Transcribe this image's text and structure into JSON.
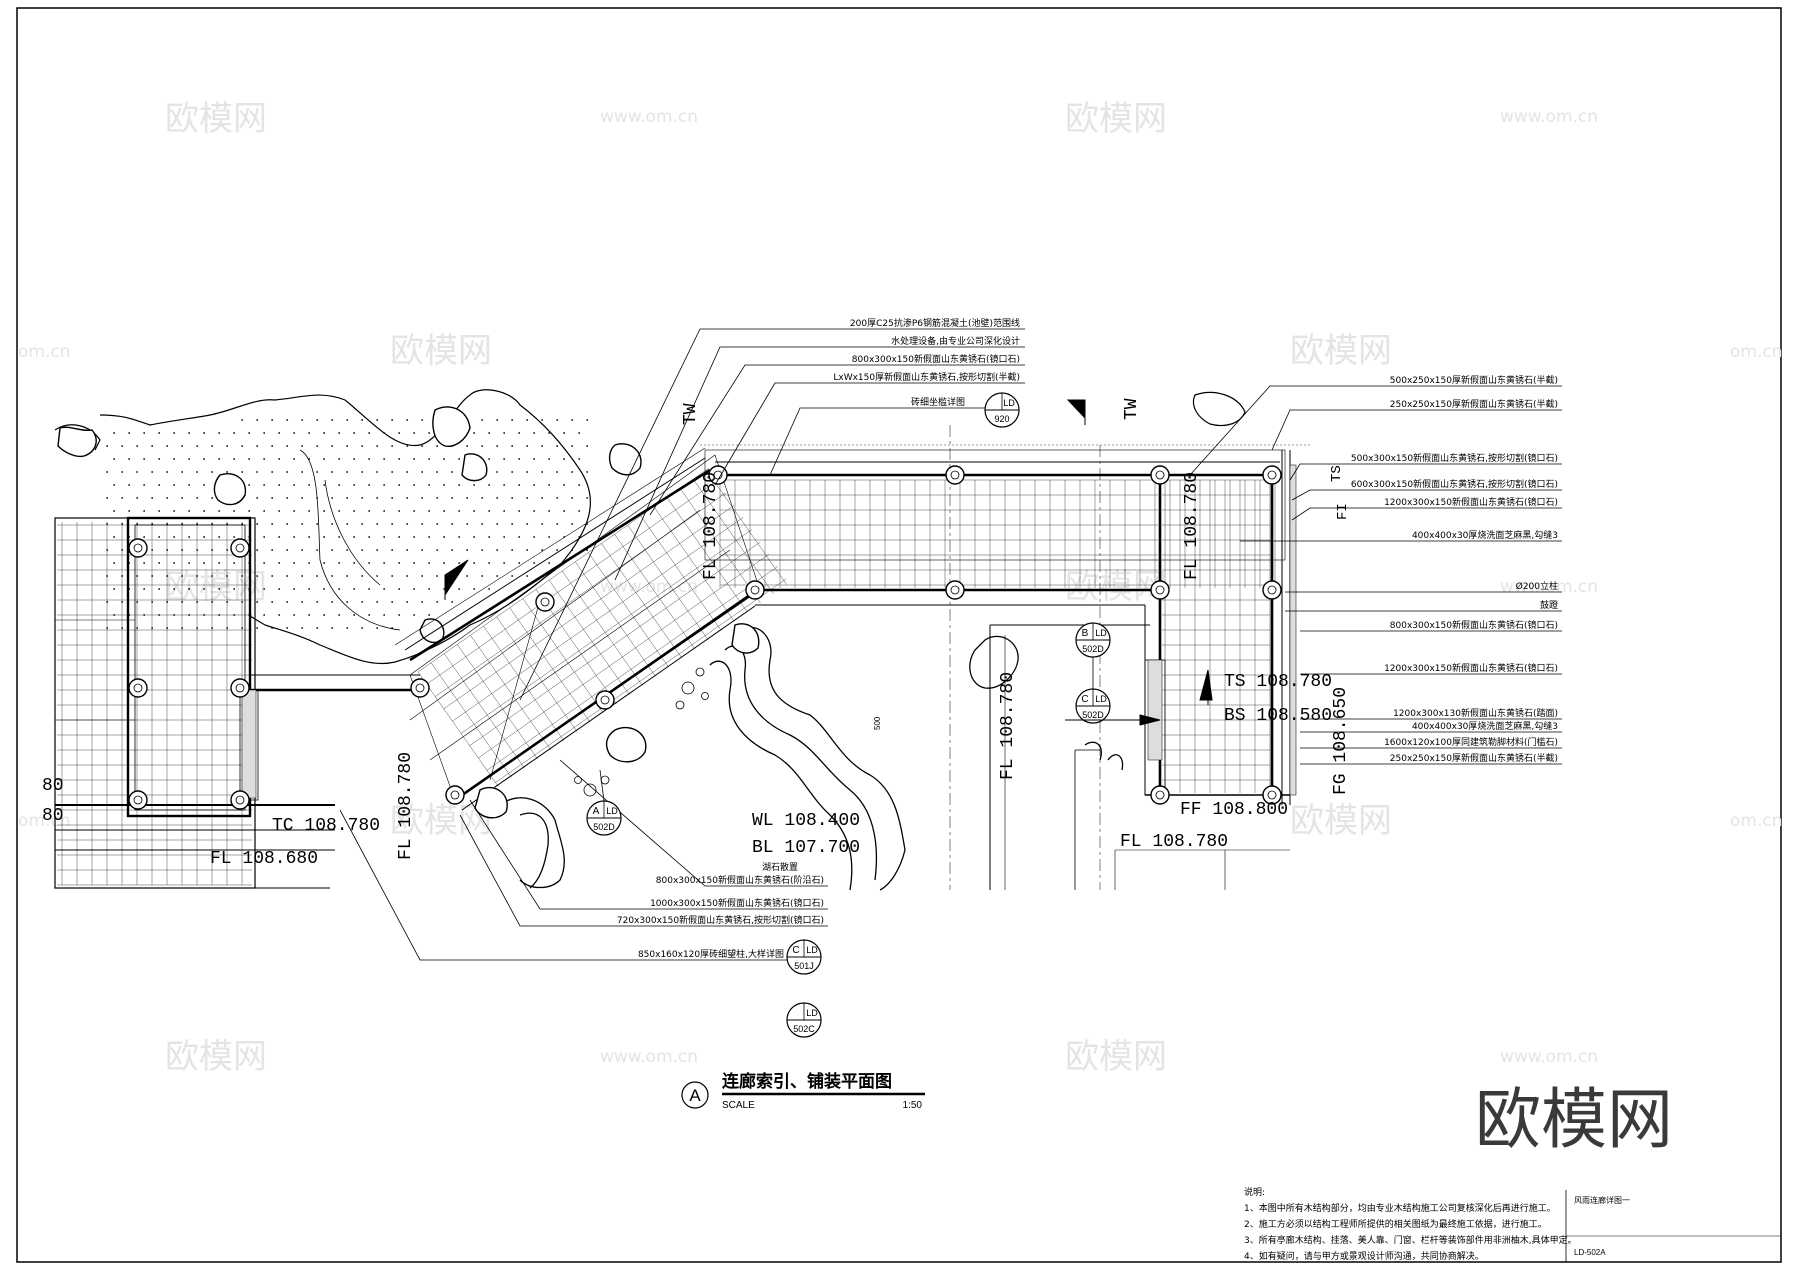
{
  "watermarks": {
    "brand": "欧模网",
    "url": "www.om.cn",
    "url_partial": "om.cn"
  },
  "callouts_top": [
    "200厚C25抗渗P6钢筋混凝土(池壁)范围线",
    "水处理设备,由专业公司深化设计",
    "800x300x150新假面山东黄锈石(镜口石)",
    "LxWx150厚新假面山东黄锈石,按形切割(半截)",
    "砖细坐槛详图"
  ],
  "callouts_right": [
    "500x250x150厚新假面山东黄锈石(半截)",
    "250x250x150厚新假面山东黄锈石(半截)",
    "500x300x150新假面山东黄锈石,按形切割(镜口石)",
    "600x300x150新假面山东黄锈石,按形切割(镜口石)",
    "1200x300x150新假面山东黄锈石(镜口石)",
    "400x400x30厚烧洗面芝麻黑,勾缝3",
    "Ø200立柱",
    "鼓蹬",
    "800x300x150新假面山东黄锈石(镜口石)",
    "1200x300x150新假面山东黄锈石(镜口石)",
    "1200x300x130新假面山东黄锈石(踏面)",
    "400x400x30厚烧洗面芝麻黑,勾缝3",
    "1600x120x100厚同建筑勒脚材料(门槛石)",
    "250x250x150厚新假面山东黄锈石(半截)"
  ],
  "callouts_bottom": [
    "800x300x150新假面山东黄锈石(阶沿石)",
    "1000x300x150新假面山东黄锈石(镜口石)",
    "720x300x150新假面山东黄锈石,按形切割(镜口石)",
    "850x160x120厚砖细望柱,大样详图"
  ],
  "detail_refs": {
    "top_letter": "",
    "top_code": "LD",
    "top_sheet": "920",
    "b_letter": "B",
    "b_code": "LD",
    "b_sheet": "502D",
    "c_letter": "C",
    "c_code": "LD",
    "c_sheet": "502D",
    "a_letter": "A",
    "a_code": "LD",
    "a_sheet": "502D",
    "c2_letter": "C",
    "c2_code": "LD",
    "c2_sheet": "501J",
    "bottom_letter": "",
    "bottom_code": "LD",
    "bottom_sheet": "502C"
  },
  "section_marks": {
    "tw1": "TW",
    "tw2": "TW",
    "ts_side": "TS",
    "fi_side": "FI",
    "fg_side": "FG"
  },
  "elevations": {
    "fl_108780_a": "FL 108.780",
    "fl_108780_b": "FL 108.780",
    "fl_108780_c": "FL 108.780",
    "fl_108780_d": "FL 108.780",
    "fl_108780_e": "FL 108.780",
    "fl_108680": "FL 108.680",
    "tc_108780": "TC 108.780",
    "wl_108400": "WL 108.400",
    "bl_107700": "BL 107.700",
    "ts_108780": "TS 108.780",
    "bs_108580": "BS 108.580",
    "ff_108800": "FF 108.800",
    "fg_108650": "FG 108.650",
    "left_edge_1": "80",
    "left_edge_2": "80",
    "rock_note": "湖石散置",
    "dim_500": "500"
  },
  "title_block": {
    "circle_letter": "A",
    "title": "连廊索引、铺装平面图",
    "scale_label": "SCALE",
    "scale_value": "1:50"
  },
  "notes": {
    "heading": "说明:",
    "lines": [
      "1、本图中所有木结构部分，均由专业木结构施工公司复核深化后再进行施工。",
      "2、施工方必须以结构工程师所提供的相关图纸为最终施工依据，进行施工。",
      "3、所有亭廊木结构、挂落、美人靠、门窗、栏杆等装饰部件用非洲柚木,具体甲定。",
      "4、如有疑问，请与甲方或景观设计师沟通，共同协商解决。"
    ]
  },
  "sheet_info": {
    "drawing_name": "风雨连廊详图一",
    "sheet_number": "LD-502A"
  },
  "colors": {
    "line": "#000000",
    "paper": "#ffffff",
    "watermark": "#e4e4e4"
  }
}
